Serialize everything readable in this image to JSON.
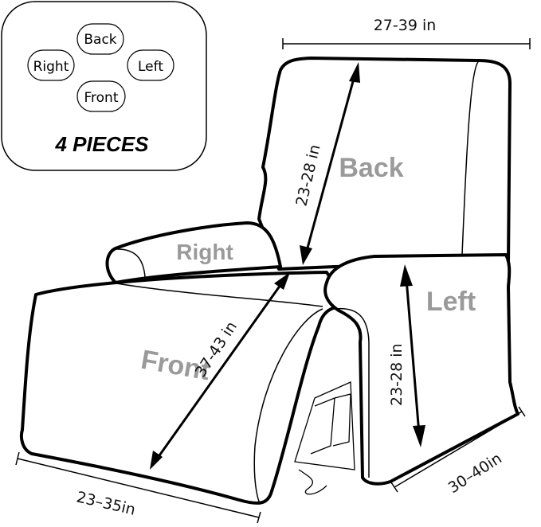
{
  "legend": {
    "pieces": [
      "Back",
      "Right",
      "Left",
      "Front"
    ],
    "count_label": "4 PIECES"
  },
  "pieces": {
    "back": "Back",
    "right": "Right",
    "left": "Left",
    "front": "Front"
  },
  "dimensions": {
    "top_width": "27-39 in",
    "back_height": "23-28 in",
    "front_length": "37-43 in",
    "left_arm_height": "23-28 in",
    "front_width": "23–35in",
    "side_depth": "30–40in"
  },
  "colors": {
    "outline": "#000000",
    "piece_label": "#9a9a9a",
    "background": "#ffffff"
  }
}
